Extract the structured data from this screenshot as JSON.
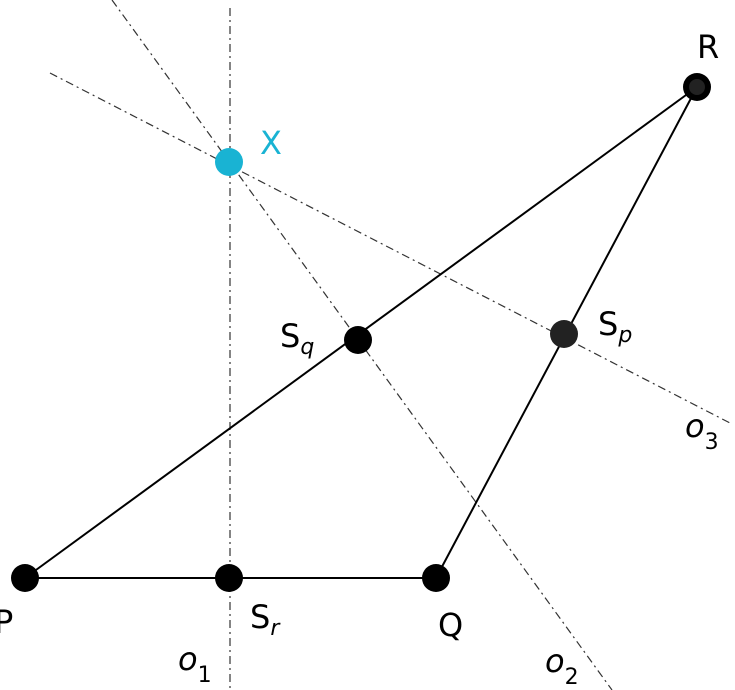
{
  "diagram": {
    "accent_color": "#19b3d3",
    "points": {
      "P": {
        "label": "P"
      },
      "Q": {
        "label": "Q"
      },
      "R": {
        "label": "R"
      },
      "X": {
        "label": "X"
      },
      "Sq": {
        "label": "S",
        "sub": "q"
      },
      "Sp": {
        "label": "S",
        "sub": "p"
      },
      "Sr": {
        "label": "S",
        "sub": "r"
      }
    },
    "lines": {
      "o1": {
        "label": "o",
        "sub": "1"
      },
      "o2": {
        "label": "o",
        "sub": "2"
      },
      "o3": {
        "label": "o",
        "sub": "3"
      }
    }
  }
}
